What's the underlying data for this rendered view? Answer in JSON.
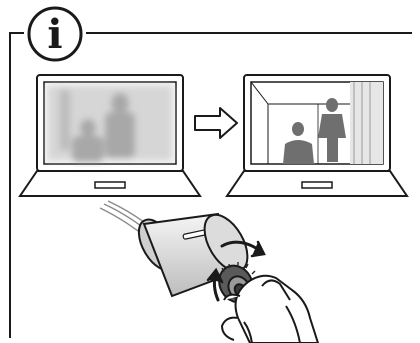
{
  "info_badge": {
    "glyph": "i",
    "icon": "info-icon"
  },
  "steps": [
    {
      "icon": "laptop-icon",
      "screen_state": "blurred"
    },
    {
      "icon": "arrow-right-icon"
    },
    {
      "icon": "laptop-icon",
      "screen_state": "sharp"
    }
  ],
  "illustration": {
    "icon": "camera-lens-focus-ring-icon",
    "hand_icon": "hand-icon",
    "rotation_icon": "rotate-arrows-icon",
    "cable_icon": "cable-icon"
  },
  "colors": {
    "line": "#1a1a1a",
    "screen_bg": "#ffffff",
    "blur_figure": "#a8a8a8",
    "sharp_figure": "#6f6f6f",
    "room_wall": "#d7d7d7",
    "camera_body": "#e4e4e4",
    "focus_ring": "#5a5a5a"
  }
}
